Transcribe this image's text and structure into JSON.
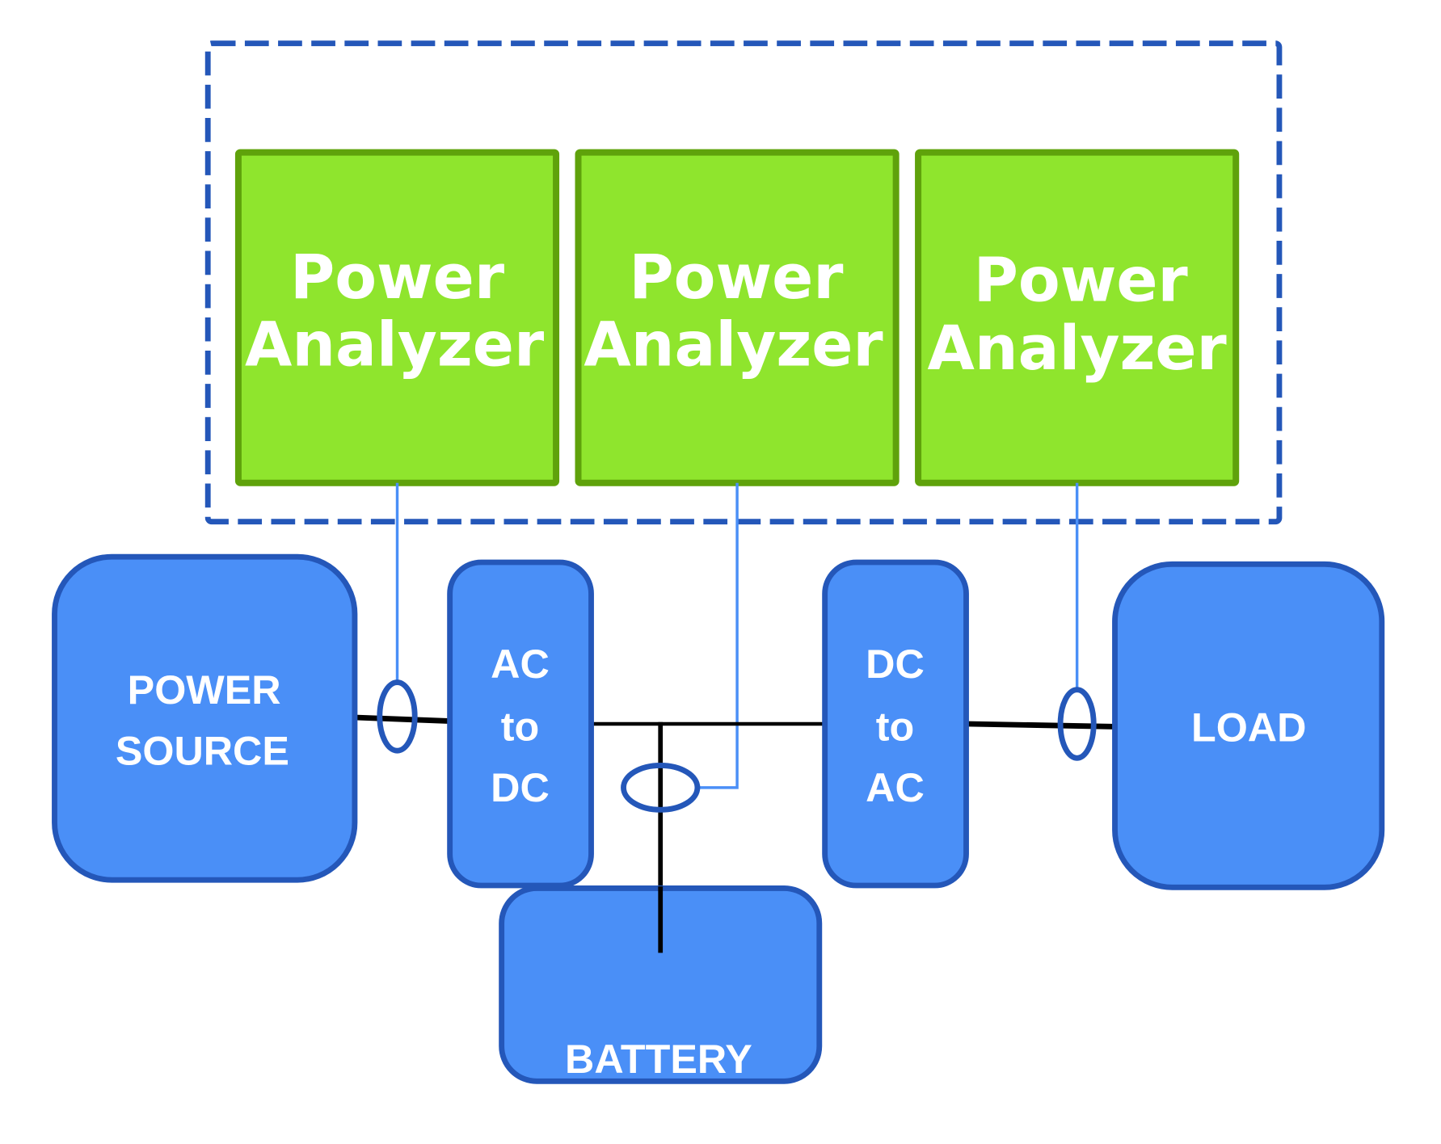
{
  "diagram": {
    "title": "Power analyzer measurement setup",
    "colors": {
      "analyzer_fill": "#8FE52D",
      "analyzer_border": "#5FA20B",
      "block_fill": "#4A8FF7",
      "block_border": "#2457B9",
      "group_border": "#2457B9",
      "probe_line": "#4A8FF7",
      "power_line": "#000000",
      "text": "#FFFFFF"
    },
    "analyzers": [
      {
        "line1": "Power",
        "line2": "Analyzer"
      },
      {
        "line1": "Power",
        "line2": "Analyzer"
      },
      {
        "line1": "Power",
        "line2": "Analyzer"
      }
    ],
    "blocks": {
      "power_source": {
        "line1": "POWER",
        "line2": "SOURCE"
      },
      "ac_dc": {
        "line1": "AC",
        "line2": "to",
        "line3": "DC"
      },
      "dc_ac": {
        "line1": "DC",
        "line2": "to",
        "line3": "AC"
      },
      "load": {
        "line1": "LOAD"
      },
      "battery": {
        "line1": "BATTERY"
      }
    }
  }
}
